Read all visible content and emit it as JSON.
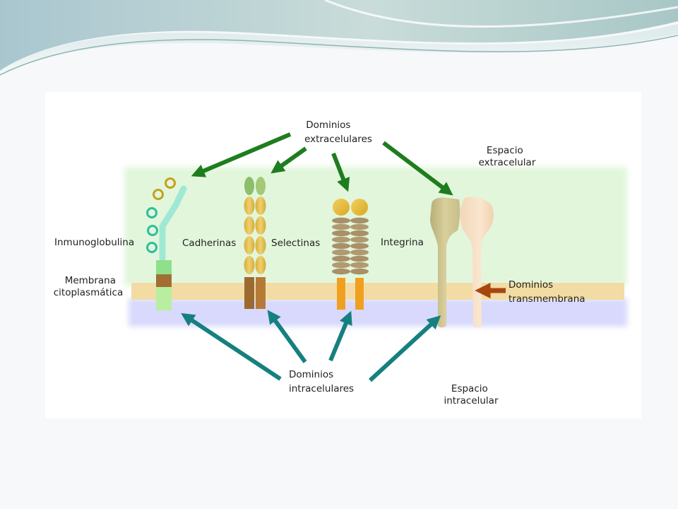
{
  "labels": {
    "extracellular_domains": [
      "Dominios",
      "extracelulares"
    ],
    "extracellular_space": [
      "Espacio",
      "extracelular"
    ],
    "immunoglobulin": "Inmunoglobulina",
    "cadherins": "Cadherinas",
    "selectins": "Selectinas",
    "integrin": "Integrina",
    "membrane": [
      "Membrana",
      "citoplasmática"
    ],
    "transmembrane_domains": [
      "Dominios",
      "transmembrana"
    ],
    "intracellular_domains": [
      "Dominios",
      "intracelulares"
    ],
    "intracellular_space": [
      "Espacio",
      "intracelular"
    ]
  },
  "colors": {
    "extracellular_text": "#1e8c1e",
    "extracellular_arrow": "#1e7d1e",
    "intracellular_text": "#2a2ad6",
    "intracellular_arrow": "#168080",
    "transmembrane_text": "#a8460f",
    "transmembrane_arrow": "#a8460f",
    "extracellular_region": "#e2f6dc",
    "membrane_band": "#f2dca4",
    "intracellular_region": "#d8d9fc"
  }
}
